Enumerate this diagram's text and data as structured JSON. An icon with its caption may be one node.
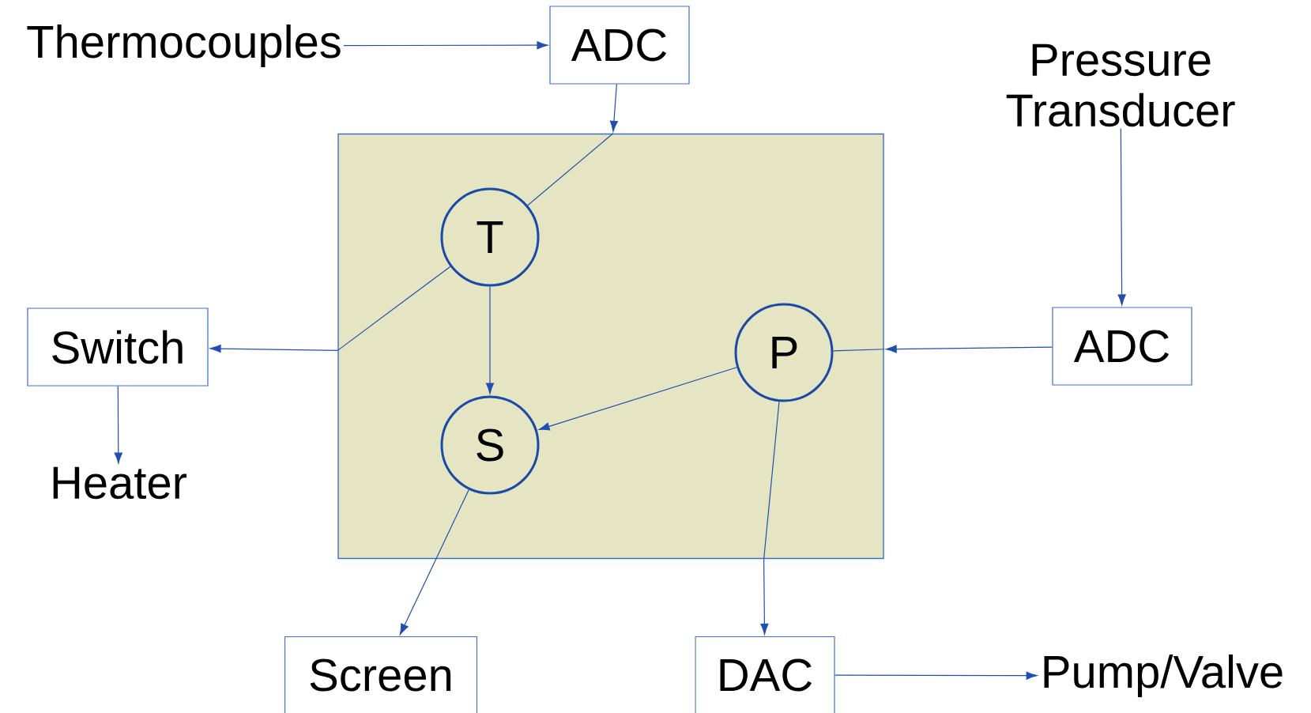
{
  "diagram": {
    "nodes": [
      {
        "text": [
          "Thermocouples"
        ]
      },
      {
        "text": [
          "ADC"
        ]
      },
      {
        "text": [
          "Pressure Transducer"
        ]
      },
      {
        "text": [],
        "shape": "box"
      },
      {
        "text": [
          "T"
        ],
        "in": 3
      },
      {
        "text": [
          "P"
        ],
        "in": 3
      },
      {
        "text": [
          "S"
        ],
        "in": 3
      },
      {
        "text": [
          "Switch"
        ]
      },
      {
        "text": [
          "Heater"
        ]
      },
      {
        "text": [
          "ADC"
        ]
      },
      {
        "text": [
          "Screen"
        ]
      },
      {
        "text": [
          "DAC"
        ]
      },
      {
        "text": [
          "Pump/Valve"
        ]
      }
    ],
    "edges": [
      {
        "from": 0,
        "to": 1,
        "arrow": "to"
      },
      {
        "from": 1,
        "to": 3,
        "arrow": "to"
      },
      {
        "from": 3,
        "to": 4,
        "arrow": "none"
      },
      {
        "from": 4,
        "to": 3,
        "arrow": "none"
      },
      {
        "from": 3,
        "to": 7,
        "arrow": "to"
      },
      {
        "from": 4,
        "to": 6,
        "arrow": "to"
      },
      {
        "from": 2,
        "to": 9,
        "arrow": "to"
      },
      {
        "from": 9,
        "to": 3,
        "arrow": "to"
      },
      {
        "from": 3,
        "to": 5,
        "arrow": "none"
      },
      {
        "from": 5,
        "to": 6,
        "arrow": "to"
      },
      {
        "from": 7,
        "to": 8,
        "arrow": "to"
      },
      {
        "from": 6,
        "to": 3,
        "arrow": "none"
      },
      {
        "from": 3,
        "to": 10,
        "arrow": "to"
      },
      {
        "from": 5,
        "to": 3,
        "arrow": "none"
      },
      {
        "from": 3,
        "to": 11,
        "arrow": "to"
      },
      {
        "from": 11,
        "to": 12,
        "arrow": "to"
      }
    ]
  }
}
